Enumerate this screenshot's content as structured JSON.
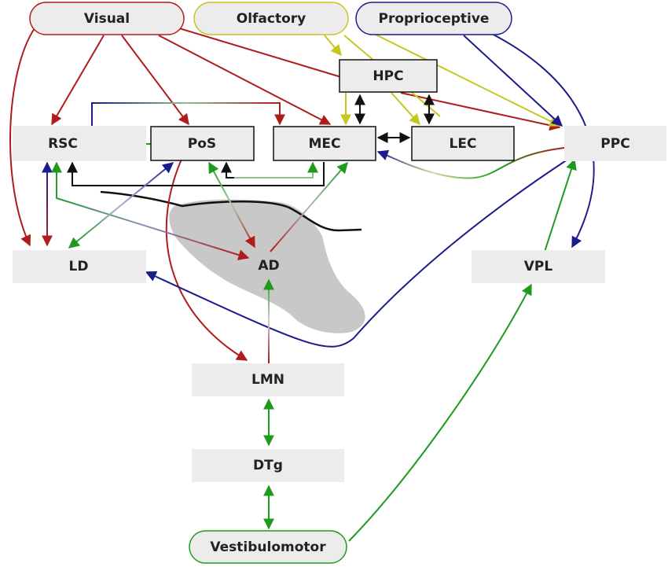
{
  "nodes": {
    "visual": {
      "label": "Visual",
      "kind": "sensory",
      "stroke": "#b01c1c"
    },
    "olfactory": {
      "label": "Olfactory",
      "kind": "sensory",
      "stroke": "#c8c620"
    },
    "proprioceptive": {
      "label": "Proprioceptive",
      "kind": "sensory",
      "stroke": "#1c1c8c"
    },
    "hpc": {
      "label": "HPC",
      "kind": "boxed"
    },
    "rsc": {
      "label": "RSC",
      "kind": "plain"
    },
    "pos": {
      "label": "PoS",
      "kind": "boxed"
    },
    "mec": {
      "label": "MEC",
      "kind": "boxed"
    },
    "lec": {
      "label": "LEC",
      "kind": "boxed"
    },
    "ppc": {
      "label": "PPC",
      "kind": "plain"
    },
    "ld": {
      "label": "LD",
      "kind": "plain"
    },
    "ad": {
      "label": "AD",
      "kind": "region"
    },
    "vpl": {
      "label": "VPL",
      "kind": "plain"
    },
    "lmn": {
      "label": "LMN",
      "kind": "plain"
    },
    "dtg": {
      "label": "DTg",
      "kind": "plain"
    },
    "vestibulomotor": {
      "label": "Vestibulomotor",
      "kind": "sensory",
      "stroke": "#1e9a1e"
    }
  },
  "colors": {
    "visual": "#b01c1c",
    "olfactory": "#c8c620",
    "proprioceptive": "#1c1c8c",
    "vestibular": "#1e9a1e",
    "internal": "#111111",
    "node_fill": "#ececec",
    "region_fill": "#c8c8c8"
  }
}
